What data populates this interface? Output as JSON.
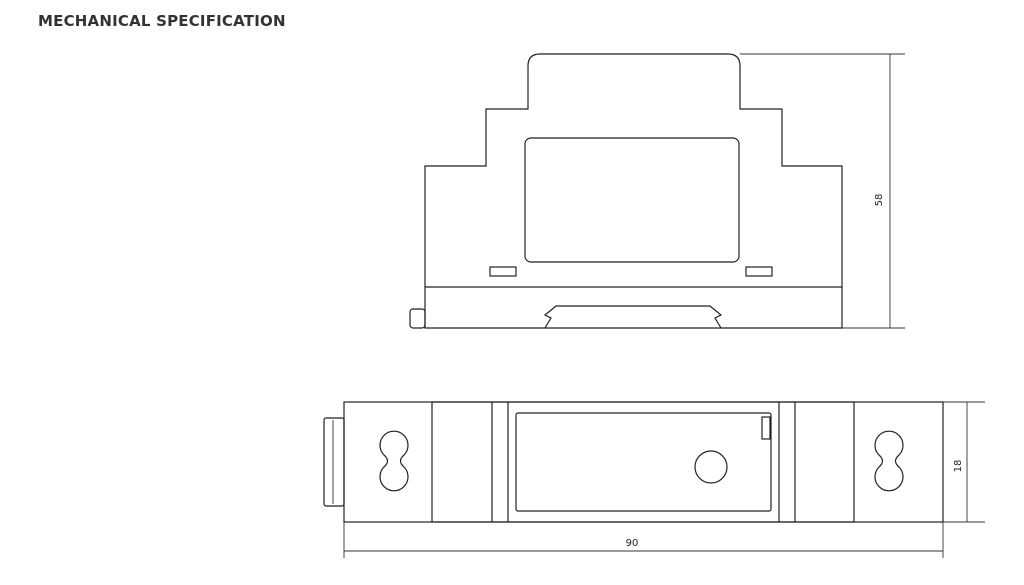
{
  "title": "MECHANICAL SPECIFICATION",
  "dimensions": {
    "height": "58",
    "depth": "18",
    "width": "90"
  }
}
